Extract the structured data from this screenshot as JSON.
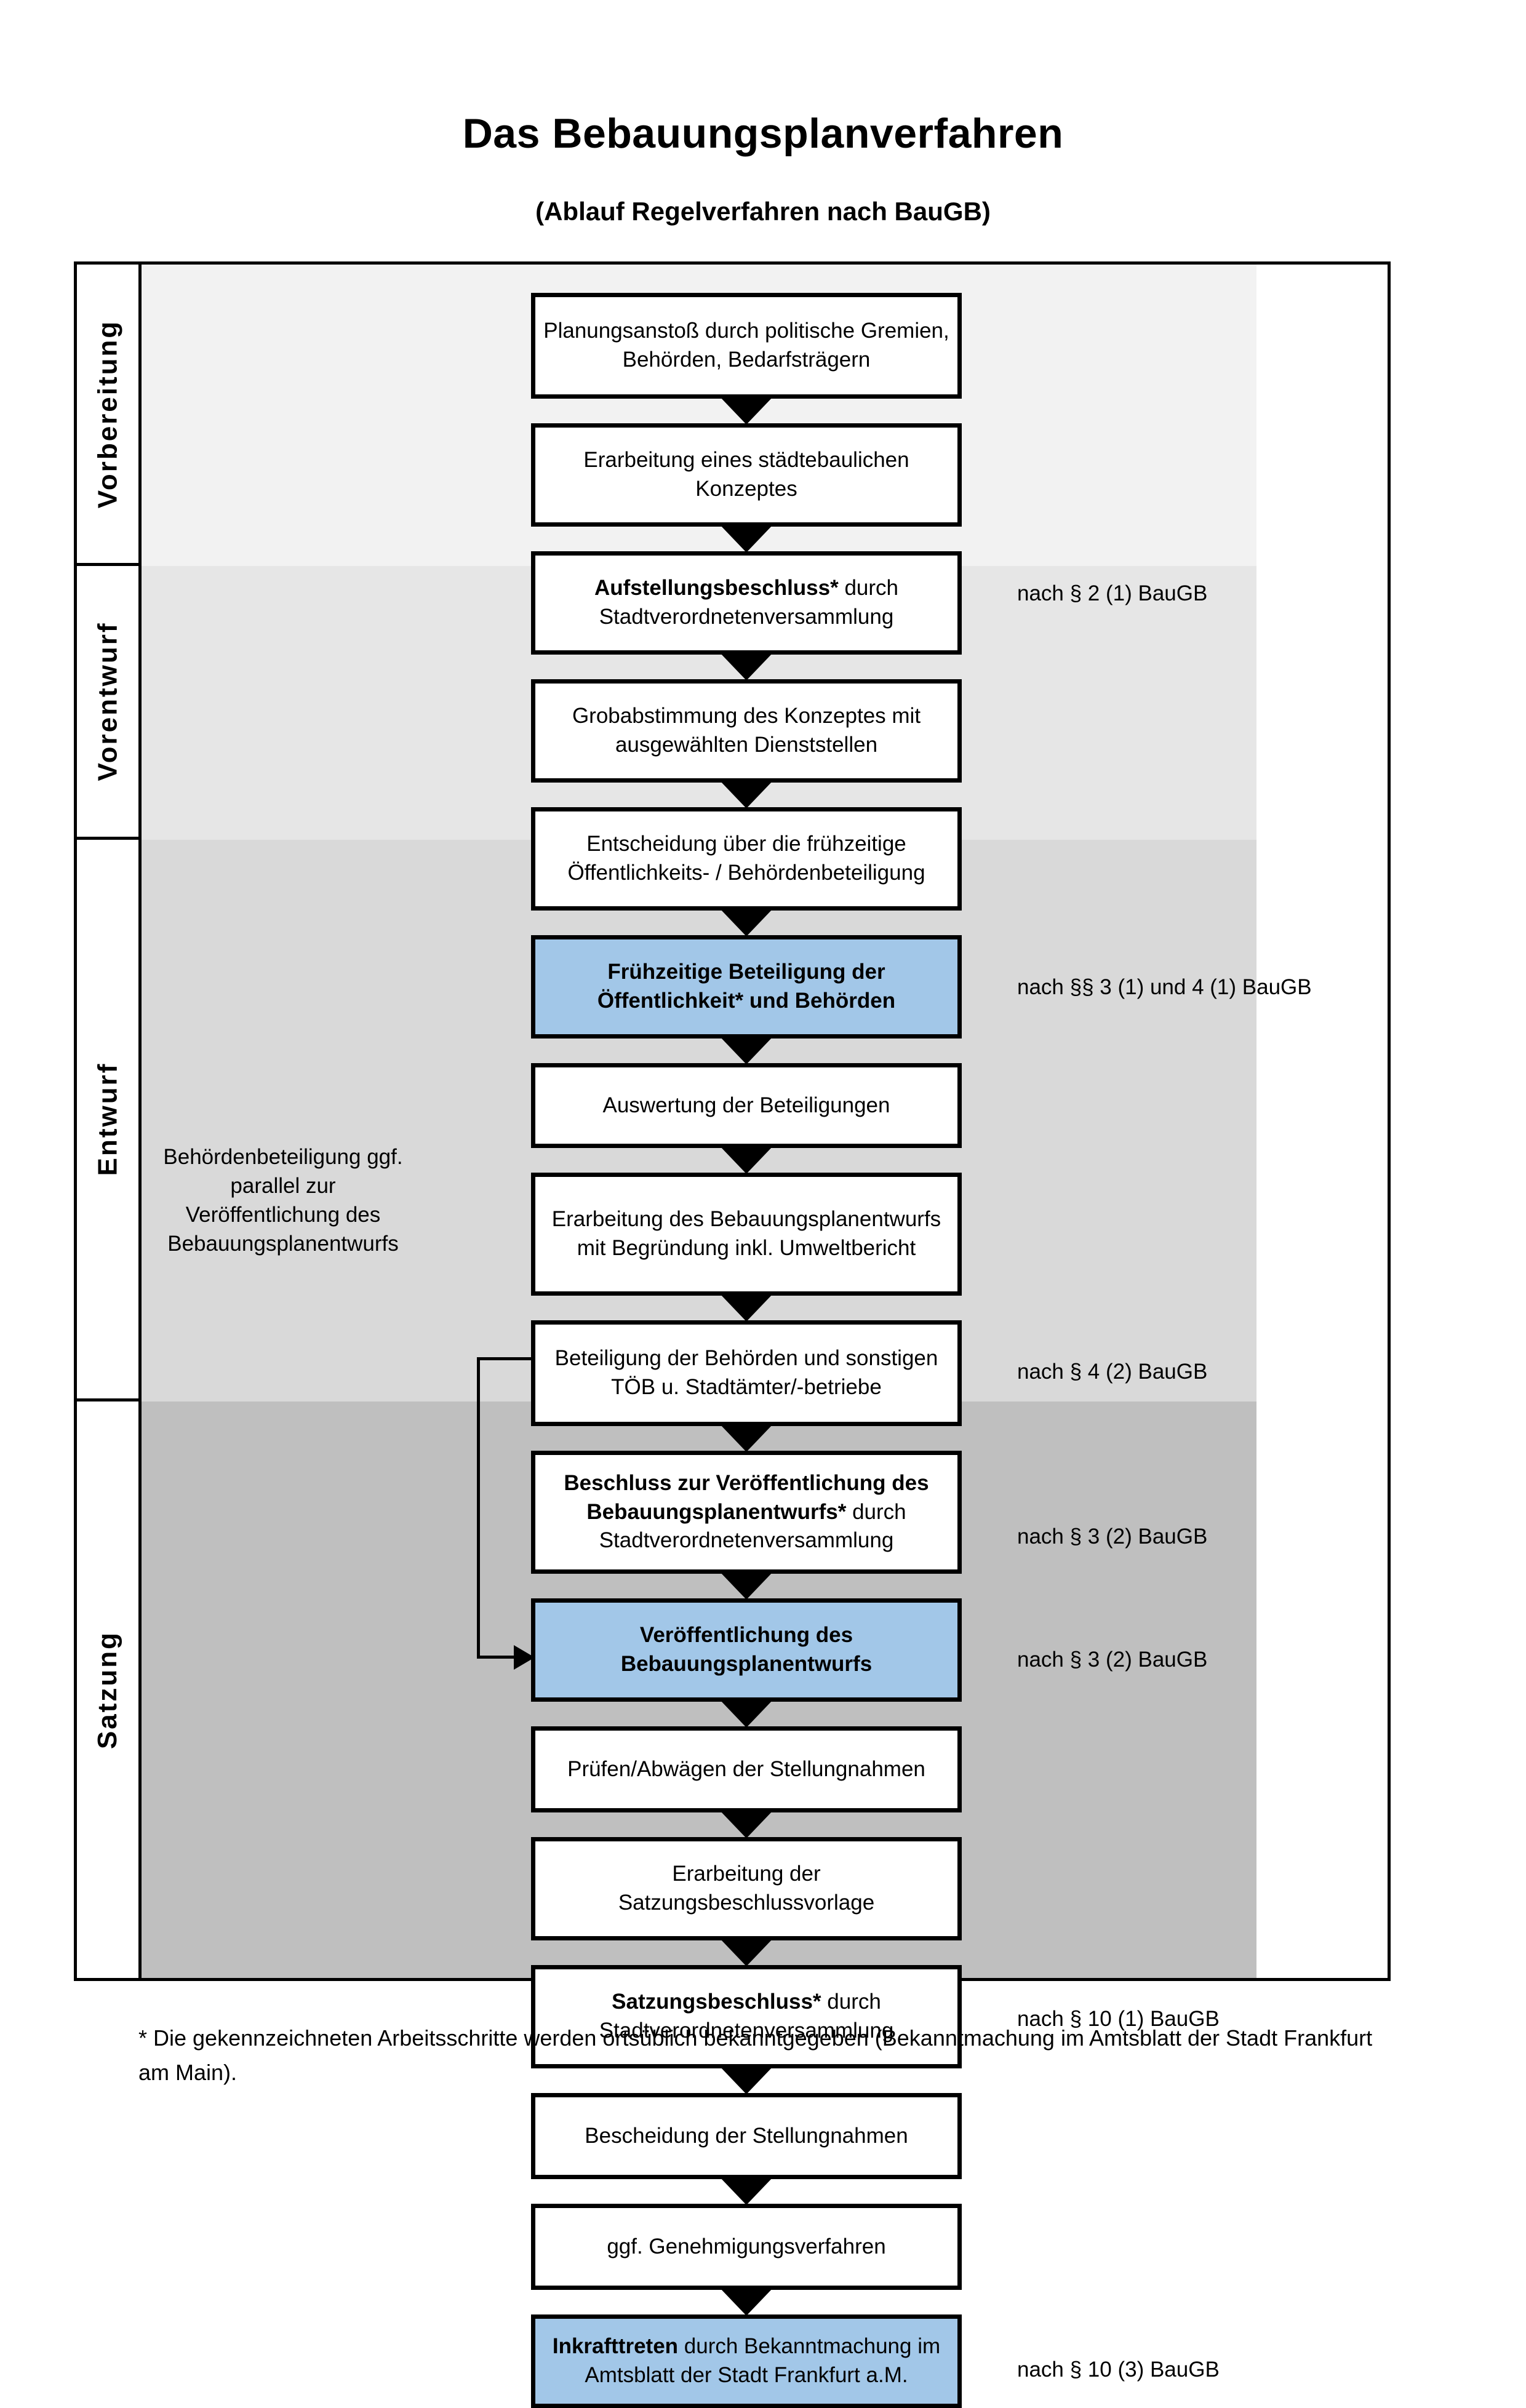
{
  "header": {
    "title": "Das Bebauungsplanverfahren",
    "subtitle": "(Ablauf Regelverfahren nach BauGB)"
  },
  "phases": [
    {
      "label": "Vorbereitung"
    },
    {
      "label": "Vorentwurf"
    },
    {
      "label": "Entwurf"
    },
    {
      "label": "Satzung"
    }
  ],
  "steps": [
    {
      "id": "planungsanstoss",
      "phase": "Vorbereitung",
      "bold": "",
      "text": "Planungsanstoß durch politische Gremien, Behörden, Bedarfsträgern",
      "highlight": false
    },
    {
      "id": "staedtebauliches-konzept",
      "phase": "Vorbereitung",
      "bold": "",
      "text": "Erarbeitung eines städtebaulichen Konzeptes",
      "highlight": false
    },
    {
      "id": "aufstellungsbeschluss",
      "phase": "Vorbereitung",
      "bold": "Aufstellungsbeschluss*",
      "text": " durch Stadtverordnetenversammlung",
      "highlight": false
    },
    {
      "id": "grobabstimmung",
      "phase": "Vorentwurf",
      "bold": "",
      "text": "Grobabstimmung des Konzeptes mit ausgewählten Dienststellen",
      "highlight": false
    },
    {
      "id": "entscheidung-fruehzeitige",
      "phase": "Vorentwurf",
      "bold": "",
      "text": "Entscheidung über die frühzeitige Öffentlichkeits- / Behördenbeteiligung",
      "highlight": false
    },
    {
      "id": "fruehzeitige-beteiligung",
      "phase": "Vorentwurf",
      "bold": "Frühzeitige Beteiligung der Öffentlichkeit* und Behörden",
      "text": "",
      "highlight": true
    },
    {
      "id": "auswertung-beteiligungen",
      "phase": "Entwurf",
      "bold": "",
      "text": "Auswertung der Beteiligungen",
      "highlight": false
    },
    {
      "id": "erarbeitung-entwurf",
      "phase": "Entwurf",
      "bold": "",
      "text": "Erarbeitung des Bebauungsplanentwurfs mit Begründung inkl. Umweltbericht",
      "highlight": false
    },
    {
      "id": "beteiligung-behoerden",
      "phase": "Entwurf",
      "bold": "",
      "text": "Beteiligung der Behörden und sonstigen TÖB u. Stadtämter/-betriebe",
      "highlight": false
    },
    {
      "id": "beschluss-veroeffentlichung",
      "phase": "Entwurf",
      "bold": "Beschluss zur Veröffentlichung des Bebauungsplanentwurfs*",
      "text": " durch Stadtverordnetenversammlung",
      "highlight": false
    },
    {
      "id": "veroeffentlichung-entwurf",
      "phase": "Entwurf",
      "bold": "Veröffentlichung des Bebauungsplanentwurfs",
      "text": "",
      "highlight": true
    },
    {
      "id": "pruefen-abwaegen",
      "phase": "Satzung",
      "bold": "",
      "text": "Prüfen/Abwägen der Stellungnahmen",
      "highlight": false
    },
    {
      "id": "satzungsbeschlussvorlage",
      "phase": "Satzung",
      "bold": "",
      "text": "Erarbeitung der Satzungsbeschlussvorlage",
      "highlight": false
    },
    {
      "id": "satzungsbeschluss",
      "phase": "Satzung",
      "bold": "Satzungsbeschluss*",
      "text": " durch Stadtverordnetenversammlung",
      "highlight": false
    },
    {
      "id": "bescheidung",
      "phase": "Satzung",
      "bold": "",
      "text": "Bescheidung der Stellungnahmen",
      "highlight": false
    },
    {
      "id": "genehmigungsverfahren",
      "phase": "Satzung",
      "bold": "",
      "text": "ggf. Genehmigungsverfahren",
      "highlight": false
    },
    {
      "id": "inkrafttreten",
      "phase": "Satzung",
      "bold": "Inkrafttreten",
      "text": " durch Bekanntmachung im Amtsblatt der Stadt Frankfurt a.M.",
      "highlight": true
    }
  ],
  "law_refs": [
    {
      "id": "ref-par2",
      "text": "nach § 2 (1) BauGB"
    },
    {
      "id": "ref-par3-4-1",
      "text": "nach §§ 3 (1) und 4 (1) BauGB"
    },
    {
      "id": "ref-par4-2",
      "text": "nach § 4 (2) BauGB"
    },
    {
      "id": "ref-par3-2-a",
      "text": "nach § 3 (2) BauGB"
    },
    {
      "id": "ref-par3-2-b",
      "text": "nach § 3 (2) BauGB"
    },
    {
      "id": "ref-par10-1",
      "text": "nach § 10 (1) BauGB"
    },
    {
      "id": "ref-par10-3",
      "text": "nach § 10 (3) BauGB"
    }
  ],
  "side_note": "Behördenbeteiligung ggf. parallel zur Veröffentlichung des Bebauungsplanentwurfs",
  "footnote": "* Die gekennzeichneten Arbeitsschritte werden ortsüblich bekanntgegeben (Bekanntmachung im Amtsblatt  der Stadt Frankfurt am Main).",
  "colors": {
    "highlight_box": "#a2c7e8",
    "band_vorbereitung": "#f2f2f2",
    "band_vorentwurf": "#e6e6e6",
    "band_entwurf": "#d9d9d9",
    "band_satzung": "#bfbfbf"
  }
}
